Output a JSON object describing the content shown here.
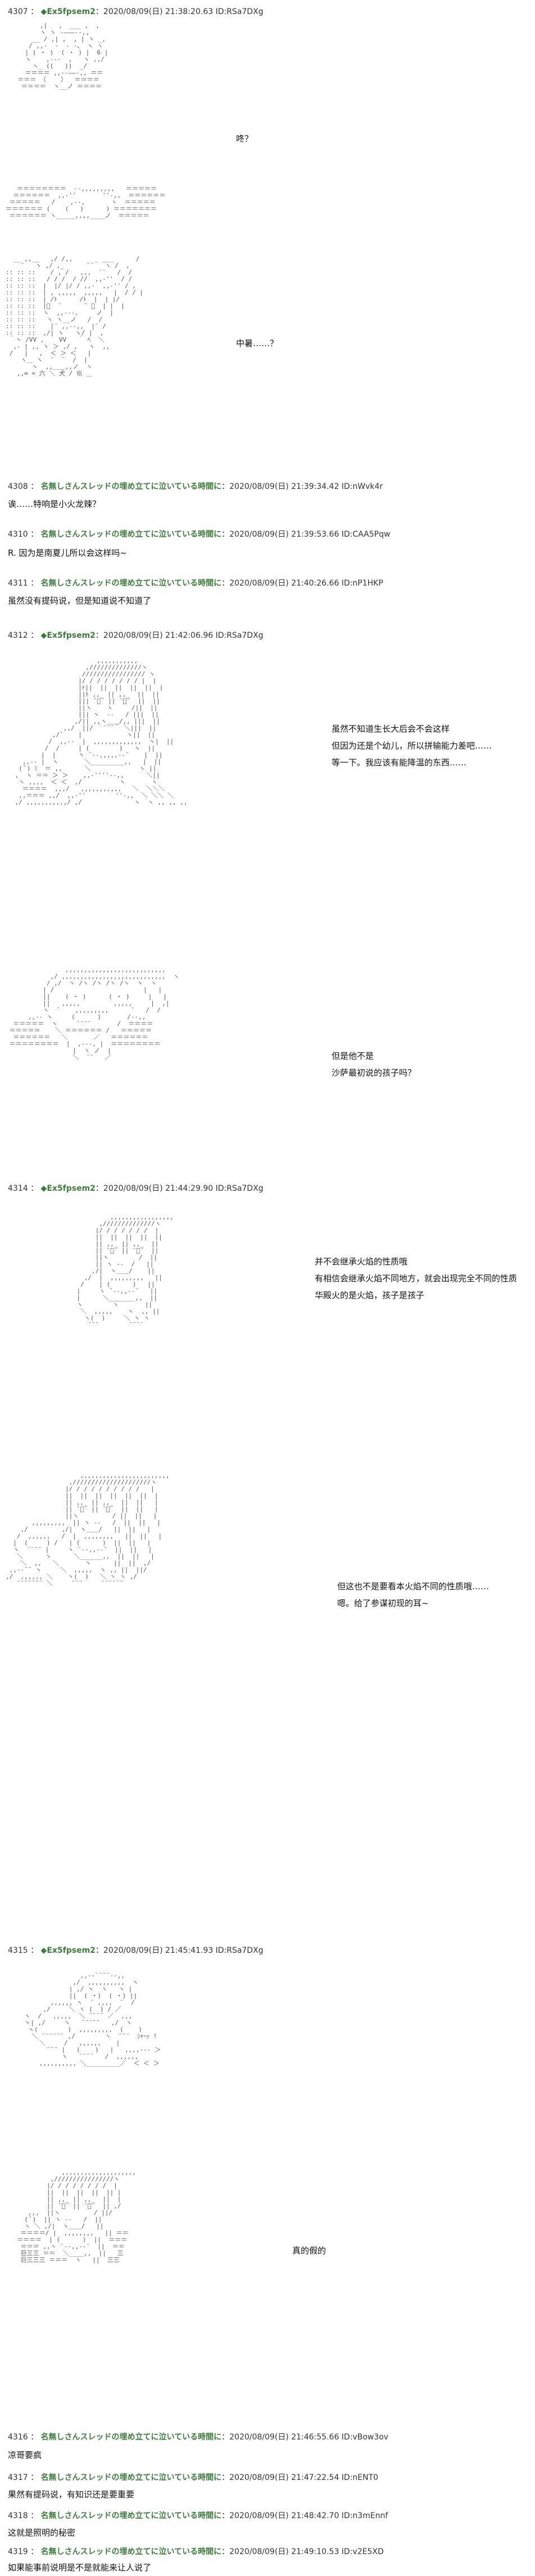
{
  "posts": [
    {
      "num": "4307",
      "name": "◆Ex5fpsem2",
      "meta": "：2020/08/09(日) 21:38:20.63 ID:RSa7DXg"
    },
    {
      "num": "4308",
      "name": "名無しさんスレッドの埋め立てに泣いている時間に",
      "meta": "：2020/08/09(日) 21:39:34.42 ID:nWvk4r",
      "body": "诶……特响是小火龙辣？"
    },
    {
      "num": "4310",
      "name": "名無しさんスレッドの埋め立てに泣いている時間に",
      "meta": "：2020/08/09(日) 21:39:53.66 ID:CAA5Pqw",
      "body": "R. 因为是南夏儿所以会这样吗~"
    },
    {
      "num": "4311",
      "name": "名無しさんスレッドの埋め立てに泣いている時間に",
      "meta": "：2020/08/09(日) 21:40:26.66 ID:nP1HKP",
      "body": "虽然没有提码说，但是知道说不知道了"
    },
    {
      "num": "4312",
      "name": "◆Ex5fpsem2",
      "meta": "：2020/08/09(日) 21:42:06.96 ID:RSa7DXg"
    },
    {
      "num": "4314",
      "name": "◆Ex5fpsem2",
      "meta": "：2020/08/09(日) 21:44:29.90 ID:RSa7DXg"
    },
    {
      "num": "4315",
      "name": "◆Ex5fpsem2",
      "meta": "：2020/08/09(日) 21:45:41.93 ID:RSa7DXg"
    },
    {
      "num": "4316",
      "name": "名無しさんスレッドの埋め立てに泣いている時間に",
      "meta": "：2020/08/09(日) 21:46:55.66 ID:vBow3ov",
      "body": "凉哥要疯"
    },
    {
      "num": "4317",
      "name": "名無しさんスレッドの埋め立てに泣いている時間に",
      "meta": "：2020/08/09(日) 21:47:22.54 ID:nENT0",
      "body": "果然有提码说，有知识还是要重要"
    },
    {
      "num": "4318",
      "name": "名無しさんスレッドの埋め立てに泣いている時間に",
      "meta": "：2020/08/09(日) 21:48:42.70 ID:n3mEnnf",
      "body": "这就是照明的秘密"
    },
    {
      "num": "4319",
      "name": "名無しさんスレッドの埋め立てに泣いている時間に",
      "meta": "：2020/08/09(日) 21:49:10.53 ID:v2E5XD",
      "body": "如果能事前说明是不是就能来让人说了"
    }
  ],
  "dialogs": {
    "d1": "咚？",
    "d2": "中暑……？",
    "d3a": "虽然不知道生长大后会不会这样",
    "d3b": "但因为还是个幼儿，所以拼输能力差吧……",
    "d3c": "等一下。我应该有能降温的东西……",
    "d4a": "但是他不是",
    "d4b": "沙萨最初说的孩子吗？",
    "d5a": "并不会继承火焰的性质哦",
    "d5b": "有相信会继承火焰不同地方，就会出现完全不同的性质",
    "d5c": "华殿火的是火焰，孩子是孩子",
    "d6a": "但这也不是要看本火焰不同的性质哦……",
    "d6b": "嗯。给了参谋初现的耳~",
    "d7": "真的假的"
  }
}
